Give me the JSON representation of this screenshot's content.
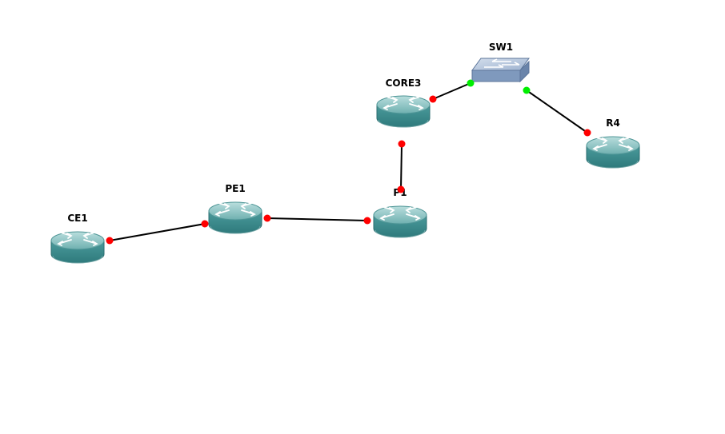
{
  "colors": {
    "link": "#000000",
    "port_down": "#ff0000",
    "port_up": "#00ee00",
    "router_body": "#3f8f91",
    "router_top": "#8cc7c6",
    "switch_body": "#7f99bd",
    "switch_top": "#b5c7de",
    "label": "#000000",
    "background": "#ffffff"
  },
  "nodes": [
    {
      "id": "ce1",
      "label": "CE1",
      "type": "router",
      "icon": "router-icon"
    },
    {
      "id": "pe1",
      "label": "PE1",
      "type": "router",
      "icon": "router-icon"
    },
    {
      "id": "p1",
      "label": "P1",
      "type": "router",
      "icon": "router-icon"
    },
    {
      "id": "core3",
      "label": "CORE3",
      "type": "router",
      "icon": "router-icon"
    },
    {
      "id": "sw1",
      "label": "SW1",
      "type": "switch",
      "icon": "switch-icon"
    },
    {
      "id": "r4",
      "label": "R4",
      "type": "router",
      "icon": "router-icon"
    }
  ],
  "links": [
    {
      "id": "ce1-pe1",
      "from": "ce1",
      "to": "pe1",
      "from_status": "down",
      "to_status": "down"
    },
    {
      "id": "pe1-p1",
      "from": "pe1",
      "to": "p1",
      "from_status": "down",
      "to_status": "down"
    },
    {
      "id": "p1-core3",
      "from": "p1",
      "to": "core3",
      "from_status": "down",
      "to_status": "down"
    },
    {
      "id": "core3-sw1",
      "from": "core3",
      "to": "sw1",
      "from_status": "down",
      "to_status": "up"
    },
    {
      "id": "sw1-r4",
      "from": "sw1",
      "to": "r4",
      "from_status": "up",
      "to_status": "down"
    }
  ]
}
